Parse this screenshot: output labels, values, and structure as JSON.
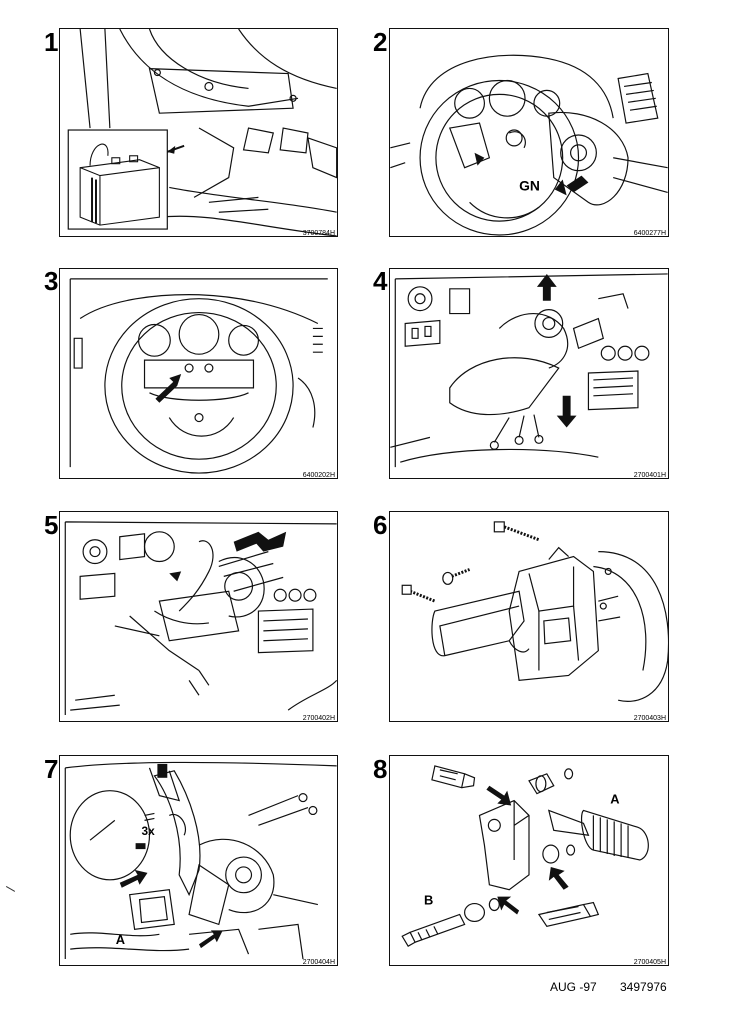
{
  "panels": [
    {
      "number": "1",
      "code": "3700784H"
    },
    {
      "number": "2",
      "code": "6400277H"
    },
    {
      "number": "3",
      "code": "6400202H"
    },
    {
      "number": "4",
      "code": "2700401H"
    },
    {
      "number": "5",
      "code": "2700402H"
    },
    {
      "number": "6",
      "code": "2700403H"
    },
    {
      "number": "7",
      "code": "2700404H"
    },
    {
      "number": "8",
      "code": "2700405H"
    }
  ],
  "labels": {
    "gn": "GN",
    "three_x": "3x",
    "a": "A",
    "b": "B"
  },
  "footer": {
    "date": "AUG -97",
    "doc_number": "3497976"
  }
}
